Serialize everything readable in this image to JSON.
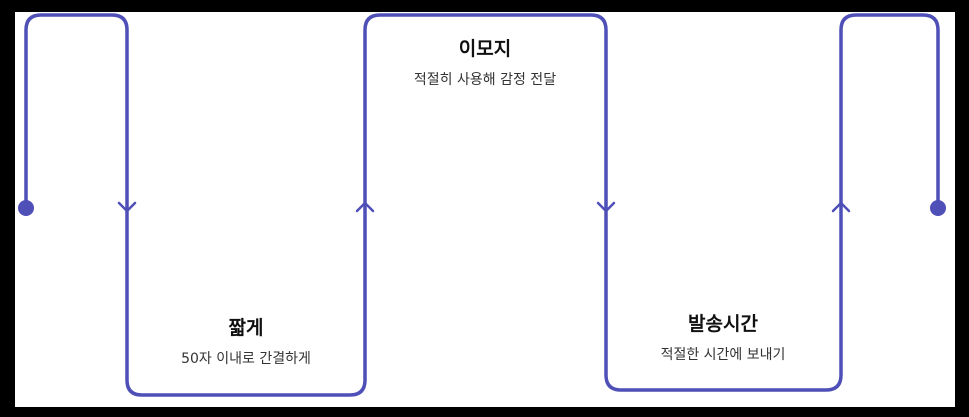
{
  "colors": {
    "line": "#4f4fb8",
    "background": "#ffffff",
    "frame": "#000000"
  },
  "steps": [
    {
      "title": "짧게",
      "desc": "50자 이내로 간결하게"
    },
    {
      "title": "이모지",
      "desc": "적절히 사용해 감정 전달"
    },
    {
      "title": "발송시간",
      "desc": "적절한 시간에 보내기"
    }
  ]
}
